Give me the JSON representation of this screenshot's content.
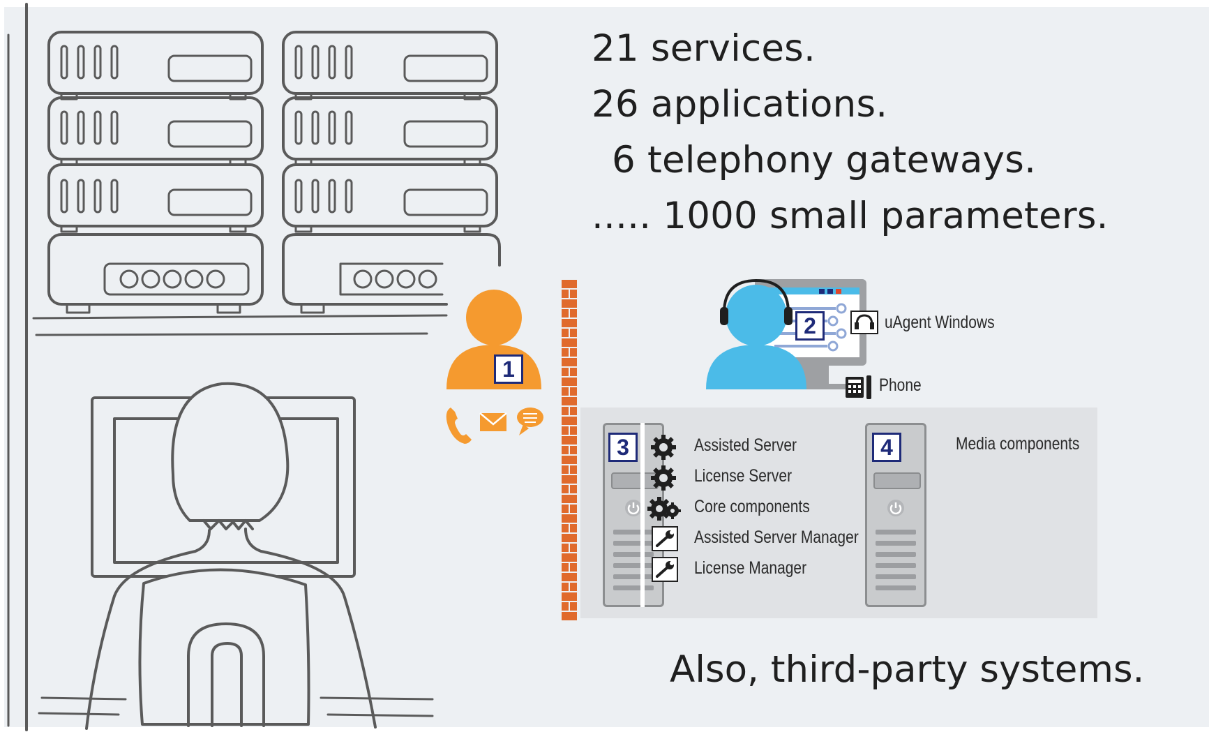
{
  "stats": {
    "line1": "21 services.",
    "line2": "26 applications.",
    "line3": "6 telephony gateways.",
    "line4": "..... 1000 small parameters."
  },
  "footer_note": "Also, third-party systems.",
  "customer": {
    "number": "1",
    "color": "#f59a2f",
    "channel_icons": [
      "phone-icon",
      "mail-icon",
      "chat-icon"
    ]
  },
  "firewall": {
    "color": "#e06a2c"
  },
  "agent": {
    "number": "2",
    "color": "#4bbbe8",
    "app_label": "uAgent Windows",
    "phone_label": "Phone"
  },
  "server3": {
    "number": "3",
    "components": [
      {
        "icon": "gear-icon",
        "label": "Assisted Server"
      },
      {
        "icon": "gear-icon",
        "label": "License Server"
      },
      {
        "icon": "gears-icon",
        "label": "Core components"
      },
      {
        "icon": "wrench-icon",
        "label": "Assisted Server Manager"
      },
      {
        "icon": "wrench-icon",
        "label": "License Manager"
      }
    ]
  },
  "server4": {
    "number": "4",
    "label": "Media components"
  },
  "colors": {
    "number_box": "#1e2a78",
    "background_panel": "#edf0f3",
    "sketch_stroke": "#5a5a5a"
  }
}
